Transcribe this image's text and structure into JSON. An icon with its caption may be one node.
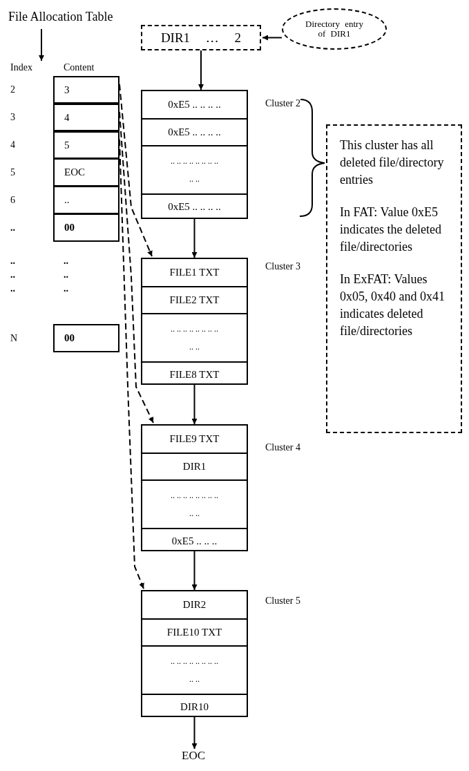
{
  "diagram": {
    "nodes": [
      {
        "text": [
          "File Allocation Table"
        ]
      },
      {
        "text": [
          "3"
        ]
      },
      {
        "text": [
          "4"
        ]
      },
      {
        "text": [
          "5"
        ]
      },
      {
        "text": [
          "EOC"
        ]
      },
      {
        "text": [
          ".."
        ]
      },
      {
        "text": [
          "00"
        ]
      },
      {
        "text": [
          "00"
        ]
      },
      {
        "text": [
          "DIR1 … 2"
        ]
      },
      {
        "text": [
          "Directory entry of DIR1"
        ]
      },
      {
        "text": [],
        "shape": "box",
        "beside": [
          "Cluster 2"
        ]
      },
      {
        "text": [
          "0xE5 .. .. .. .."
        ],
        "in": 10
      },
      {
        "text": [
          "0xE5 .. .. .. .."
        ],
        "in": 10
      },
      {
        "text": [
          ".. .. .. .. .. .. .. .. .. .."
        ],
        "in": 10
      },
      {
        "text": [
          "0xE5 .. .. .. .."
        ],
        "in": 10
      },
      {
        "text": [],
        "shape": "box",
        "beside": [
          "Cluster 3"
        ]
      },
      {
        "text": [
          "FILE1 TXT"
        ],
        "in": 15
      },
      {
        "text": [
          "FILE2 TXT"
        ],
        "in": 15
      },
      {
        "text": [
          ".. .. .. .. .. .. .. .. .. .."
        ],
        "in": 15
      },
      {
        "text": [
          "FILE8 TXT"
        ],
        "in": 15
      },
      {
        "text": [],
        "shape": "box",
        "beside": [
          "Cluster 4"
        ]
      },
      {
        "text": [
          "FILE9 TXT"
        ],
        "in": 20
      },
      {
        "text": [
          "DIR1"
        ],
        "in": 20
      },
      {
        "text": [
          ".. .. .. .. .. .. .. .. .. .."
        ],
        "in": 20
      },
      {
        "text": [
          "0xE5 .. .. .."
        ],
        "in": 20
      },
      {
        "text": [],
        "shape": "box",
        "beside": [
          "Cluster 5"
        ]
      },
      {
        "text": [
          "DIR2"
        ],
        "in": 25
      },
      {
        "text": [
          "FILE10 TXT"
        ],
        "in": 25
      },
      {
        "text": [
          ".. .. .. .. .. .. .. .. .. .."
        ],
        "in": 25
      },
      {
        "text": [
          "DIR10"
        ],
        "in": 25
      },
      {
        "text": [
          "EOC"
        ]
      },
      {
        "text": [
          "This cluster has all deleted file/directory entries",
          "In FAT: Value 0xE5 indicates the deleted file/directories",
          "In ExFAT: Values 0x05, 0x40 and 0x41 indicates deleted file/directories"
        ]
      },
      {
        "text": [
          "Index"
        ]
      }
    ],
    "edges": [
      {
        "from": 0,
        "to": 32,
        "arrow": "to"
      },
      {
        "from": 9,
        "to": 8,
        "arrow": "to"
      },
      {
        "from": 8,
        "to": 10,
        "arrow": "to"
      },
      {
        "from": 10,
        "to": 15,
        "arrow": "to"
      },
      {
        "from": 15,
        "to": 20,
        "arrow": "to"
      },
      {
        "from": 20,
        "to": 25,
        "arrow": "to"
      },
      {
        "from": 25,
        "to": 30,
        "arrow": "to"
      },
      {
        "from": 1,
        "to": 15,
        "arrow": "to",
        "style": "dashed"
      },
      {
        "from": 2,
        "to": 20,
        "arrow": "to",
        "style": "dashed"
      },
      {
        "from": 3,
        "to": 25,
        "arrow": "to",
        "style": "dashed"
      }
    ],
    "labels": [
      "Content",
      "2",
      "3",
      "4",
      "5",
      "6",
      "..",
      "..",
      "..",
      "..",
      "..",
      "..",
      "..",
      "N"
    ]
  }
}
